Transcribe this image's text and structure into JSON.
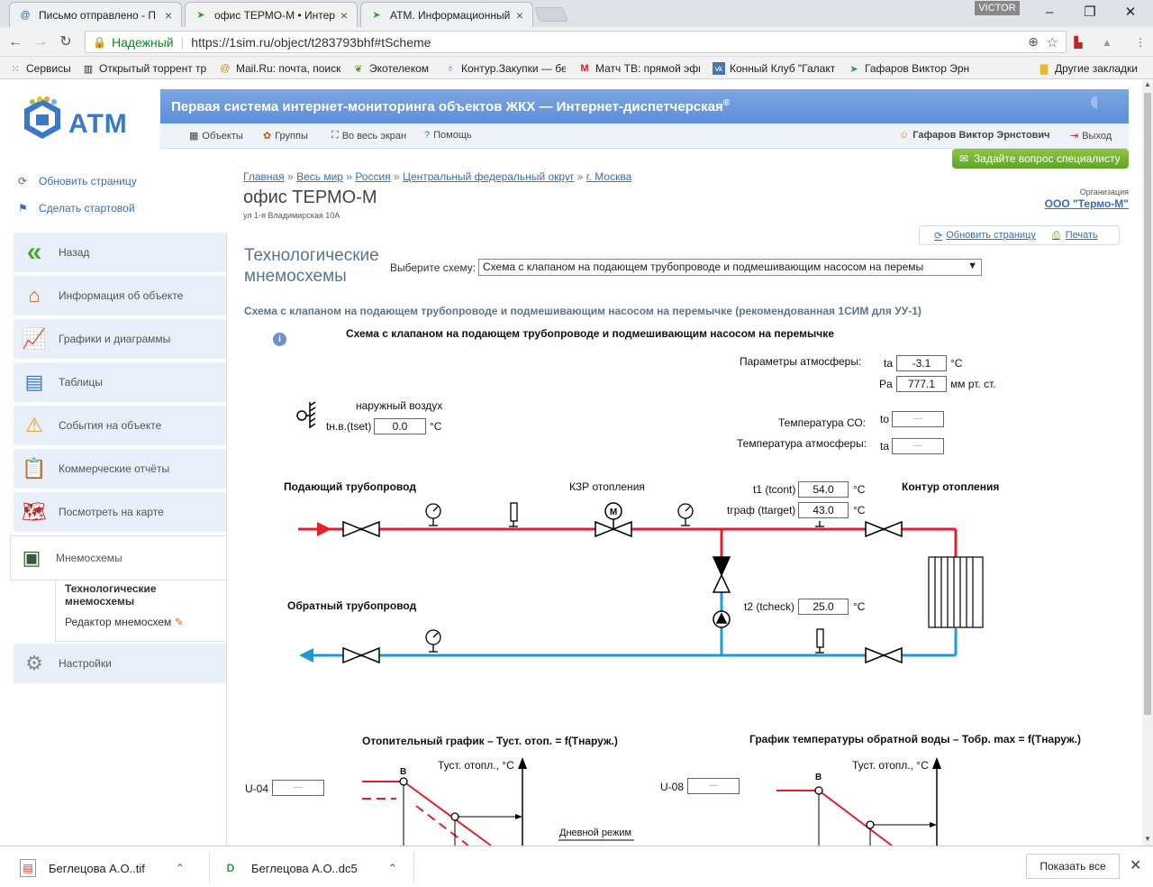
{
  "browser": {
    "tabs": [
      {
        "title": "Письмо отправлено - П",
        "icon": "mailru-icon"
      },
      {
        "title": "офис ТЕРМО-М • Интер",
        "icon": "atm-icon"
      },
      {
        "title": "АТМ. Информационный",
        "icon": "atm-icon"
      }
    ],
    "window_user": "VICTOR",
    "secure_label": "Надежный",
    "url": "https://1sim.ru/object/t283793bhf#tScheme",
    "bookmarks": [
      "Сервисы",
      "Открытый торрент тр",
      "Mail.Ru: почта, поиск",
      "Экотелеком",
      "Контур.Закупки — бе",
      "Матч ТВ: прямой эфи",
      "Конный Клуб \"Галакт",
      "Гафаров Виктор Эрн",
      "Другие закладки"
    ]
  },
  "header": {
    "logo_text": "ATM",
    "tagline": "Первая система интернет-мониторинга объектов ЖКХ — Интернет-диспетчерская",
    "tagline_mark": "®",
    "menu": [
      "Объекты",
      "Группы",
      "Во весь экран",
      "Помощь"
    ],
    "user": "Гафаров Виктор Эрнстович",
    "logout": "Выход",
    "ask_button": "Задайте вопрос специалисту"
  },
  "left_links": {
    "refresh": "Обновить страницу",
    "make_start": "Сделать стартовой"
  },
  "sidebar": {
    "items": [
      {
        "label": "Назад",
        "icon": "back-arrows-icon"
      },
      {
        "label": "Информация об объекте",
        "icon": "house-icon"
      },
      {
        "label": "Графики и диаграммы",
        "icon": "chart-icon"
      },
      {
        "label": "Таблицы",
        "icon": "table-icon"
      },
      {
        "label": "События на объекте",
        "icon": "warning-icon"
      },
      {
        "label": "Коммерческие отчёты",
        "icon": "clipboard-icon"
      },
      {
        "label": "Посмотреть на карте",
        "icon": "map-icon"
      },
      {
        "label": "Мнемосхемы",
        "icon": "mnemo-icon"
      },
      {
        "label": "Настройки",
        "icon": "gear-icon"
      }
    ],
    "sub": [
      "Технологические мнемосхемы",
      "Редактор мнемосхем"
    ]
  },
  "breadcrumb": [
    "Главная",
    "Весь мир",
    "Россия",
    "Центральный федеральный округ",
    "г. Москва"
  ],
  "page": {
    "title": "офис ТЕРМО-М",
    "address": "ул 1-я Владимирская 10А",
    "org_label": "Организация",
    "org_value": "ООО \"Термо-М\"",
    "refresh": "Обновить страницу",
    "print": "Печать",
    "section_title_1": "Технологические",
    "section_title_2": "мнемосхемы",
    "select_label": "Выберите схему:",
    "select_value": "Схема с клапаном на подающем трубопроводе и подмешивающим насосом на перемы",
    "scheme_title": "Схема с клапаном на подающем трубопроводе и подмешивающим насосом на перемычке (рекомендованная 1СИМ для УУ-1)",
    "scheme_subtitle": "Схема с клапаном на подающем трубопроводе и подмешивающим насосом на перемычке"
  },
  "scheme": {
    "atm_params_label": "Параметры атмосферы:",
    "ta_label": "ta",
    "ta_value": "-3.1",
    "ta_unit": "°C",
    "pa_label": "Pa",
    "pa_value": "777.1",
    "pa_unit": "мм рт. ст.",
    "outdoor_label": "наружный воздух",
    "tnv_label": "tн.в.(tset)",
    "tnv_value": "0.0",
    "tnv_unit": "°C",
    "tco_label": "Температура СО:",
    "to_label": "to",
    "to_value": "—",
    "tatm_label": "Температура атмосферы:",
    "ta2_label": "ta",
    "ta2_value": "—",
    "supply_label": "Подающий трубопровод",
    "valve_label": "КЗР отопления",
    "t1_label": "t1 (tcont)",
    "t1_value": "54.0",
    "t1_unit": "°C",
    "tgraf_label": "tграф (ttarget)",
    "tgraf_value": "43.0",
    "tgraf_unit": "°C",
    "circuit_label": "Контур отопления",
    "return_label": "Обратный трубопровод",
    "t2_label": "t2 (tcheck)",
    "t2_value": "25.0",
    "t2_unit": "°C",
    "pipe_supply_color": "#e3202a",
    "pipe_return_color": "#1e9bd7"
  },
  "graphs": {
    "g1_title": "Отопительный график – Туст. отоп. = f(Tнаруж.)",
    "g1_u_label": "U-04",
    "g1_u_value": "—",
    "g1_axis": "Туст. отопл., °C",
    "g1_point": "B",
    "g1_mode": "Дневной режим",
    "g2_title": "График температуры обратной воды – Тобр. max = f(Tнаруж.)",
    "g2_u_label": "U-08",
    "g2_u_value": "—",
    "g2_axis": "Туст. отопл., °C",
    "g2_point": "B"
  },
  "downloads": {
    "items": [
      "Беглецова А.О..tif",
      "Беглецова А.О..dc5"
    ],
    "show_all": "Показать все"
  }
}
